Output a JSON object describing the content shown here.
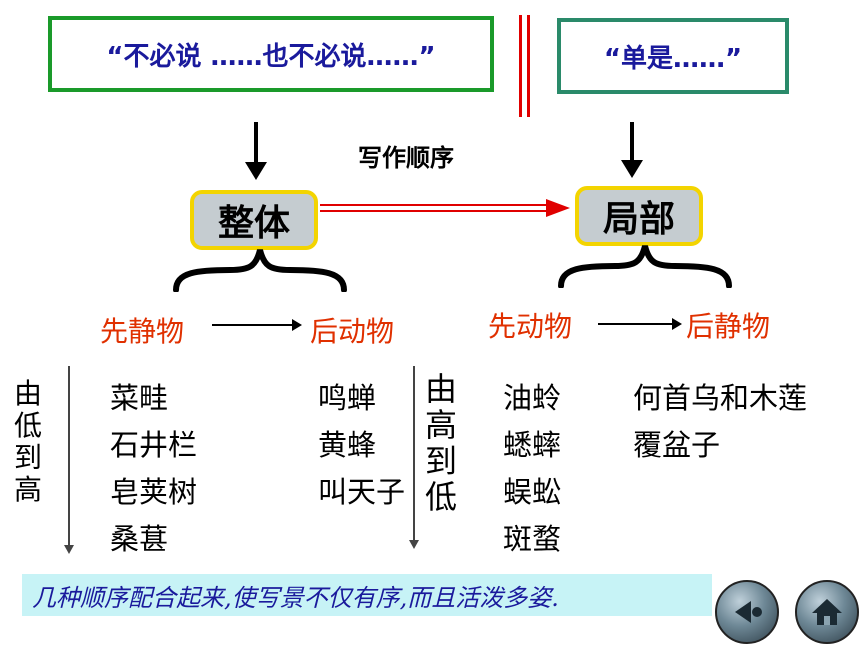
{
  "top_boxes": {
    "left_text": "“不必说 ……也不必说……”",
    "right_text": "“单是……”"
  },
  "order_label": "写作顺序",
  "tags": {
    "whole": "整体",
    "part": "局部"
  },
  "phrases": {
    "first_static": "先静物",
    "then_moving": "后动物",
    "first_moving": "先动物",
    "then_static": "后静物"
  },
  "vertical_labels": {
    "low_to_high": [
      "由",
      "低",
      "到",
      "高"
    ],
    "high_to_low": [
      "由",
      "高",
      "到",
      "低"
    ]
  },
  "columns": {
    "plants_low_high": [
      "菜畦",
      "石井栏",
      "皂荚树",
      "桑葚"
    ],
    "animals": [
      "鸣蝉",
      "黄蜂",
      "叫天子"
    ],
    "insects": [
      "油蛉",
      "蟋蟀",
      "蜈蚣",
      "斑蝥"
    ],
    "plants_high_low": [
      "何首乌和木莲",
      "覆盆子"
    ]
  },
  "summary": "几种顺序配合起来,使写景不仅有序,而且活泼多姿.",
  "nav": {
    "back_icon": "back-play-icon",
    "home_icon": "home-icon"
  },
  "colors": {
    "title_blue": "#1a1a9c",
    "phrase_red": "#e03000",
    "box_green": "#1a9a2a",
    "tag_border": "#f3d400",
    "summary_bg": "#c7f3f6"
  }
}
